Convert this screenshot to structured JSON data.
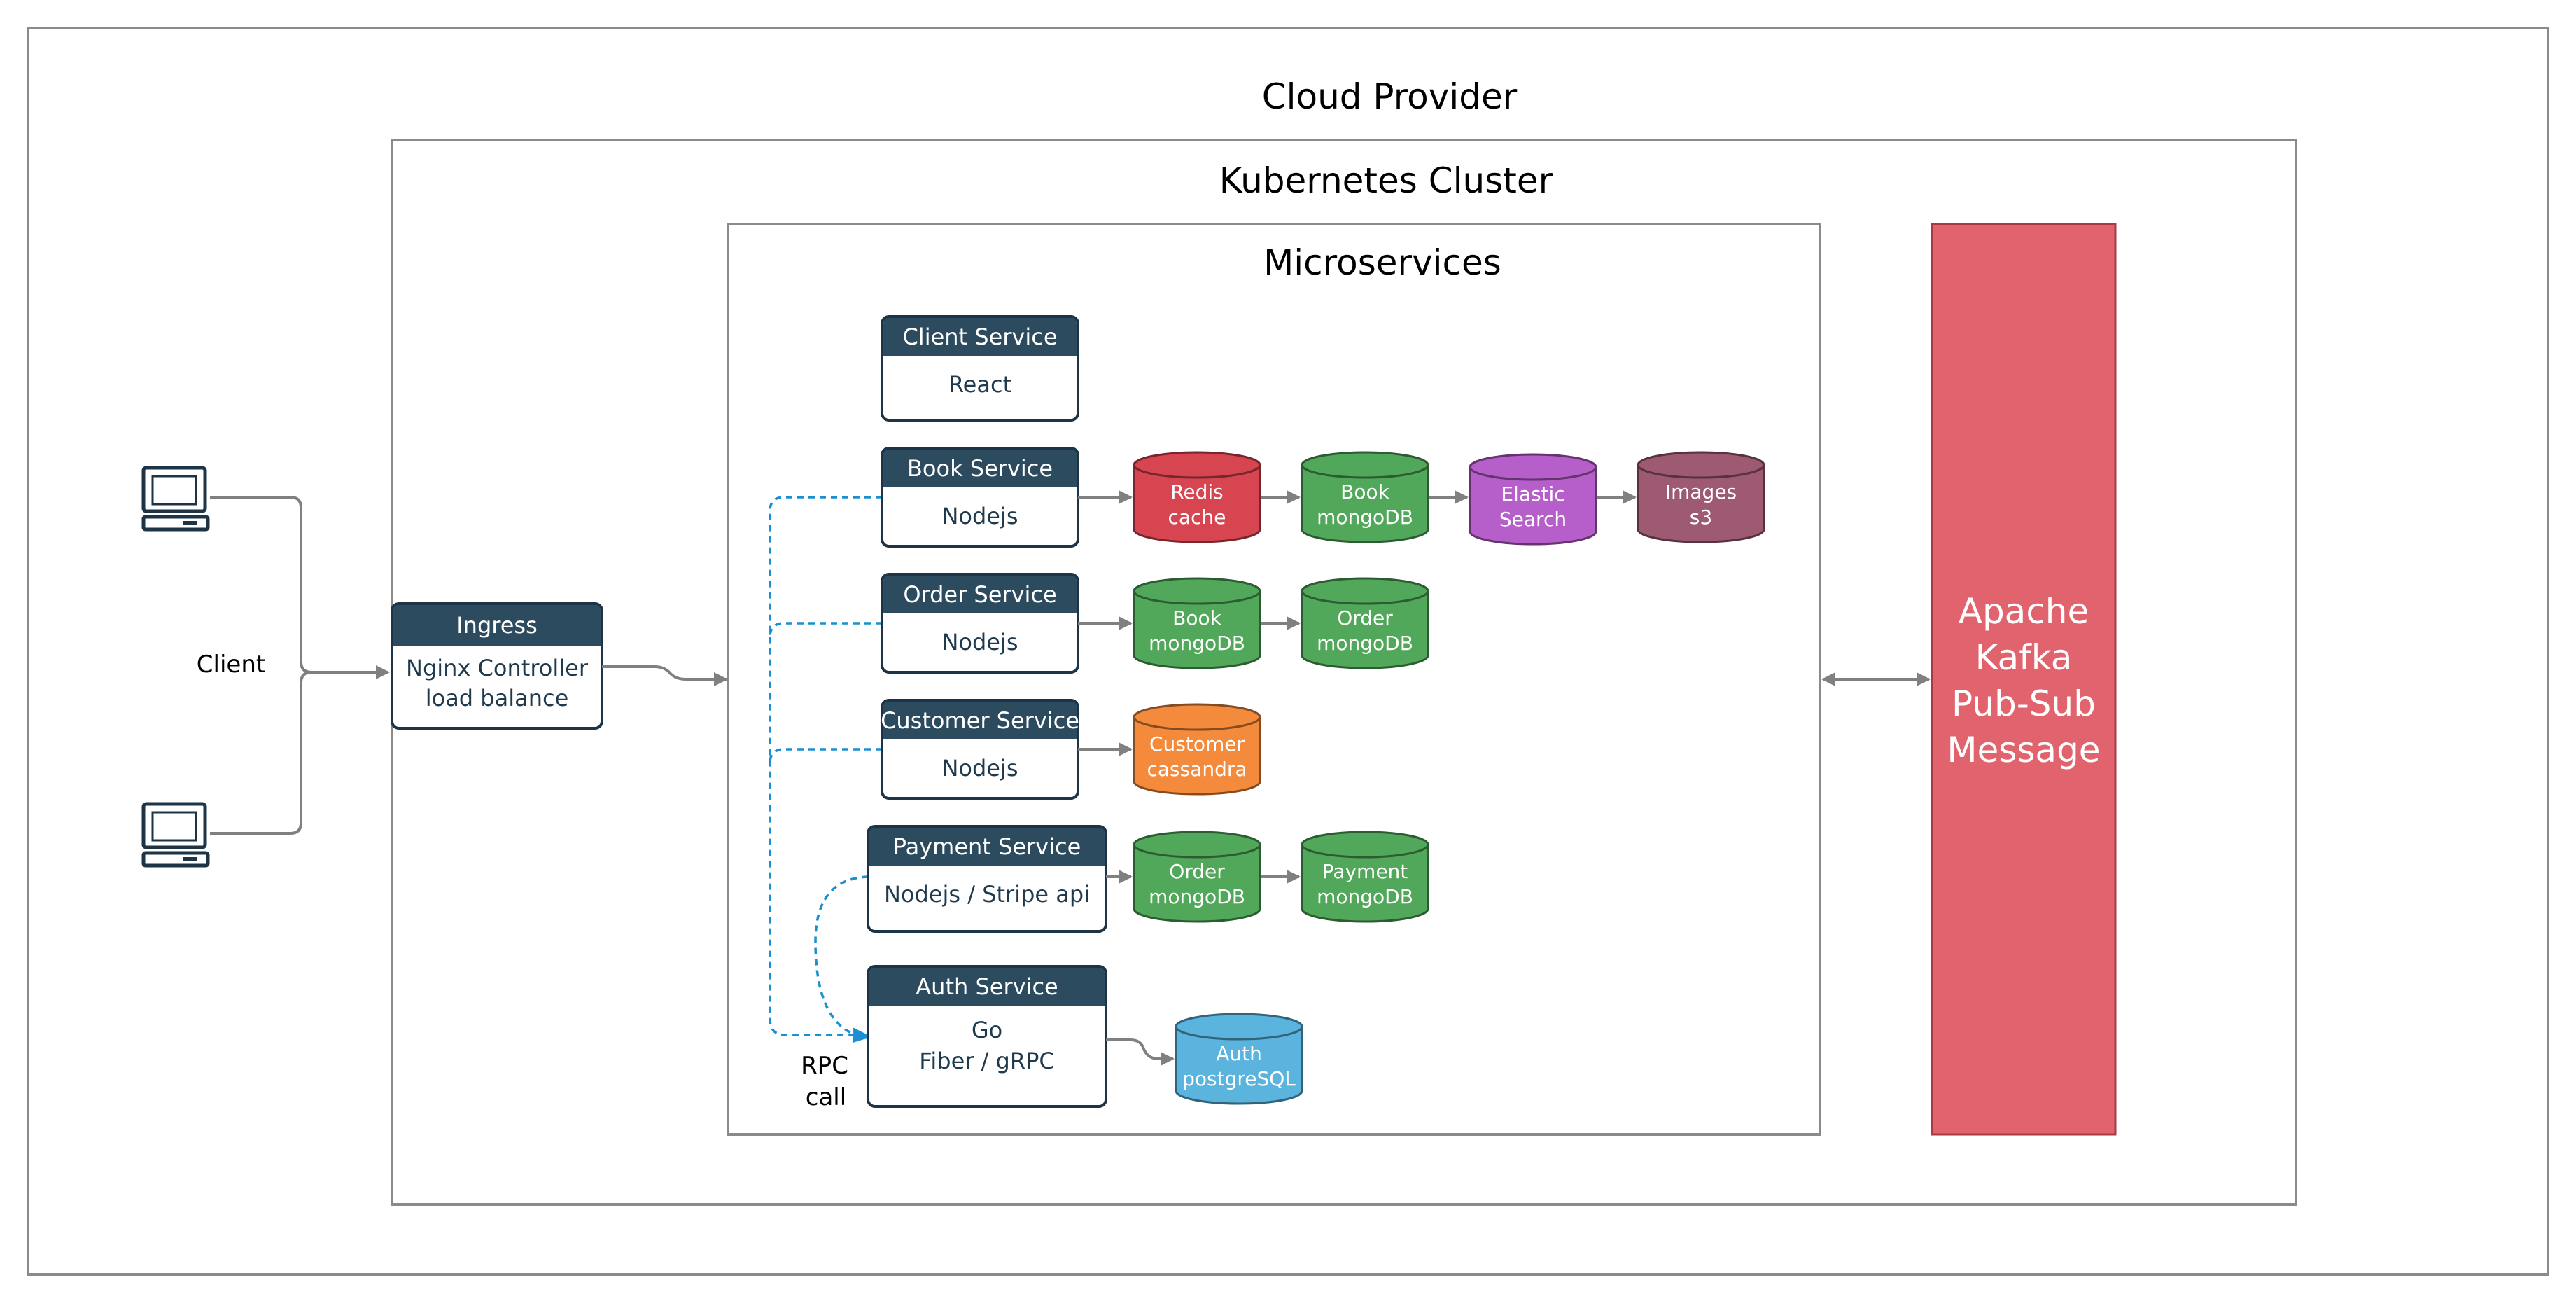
{
  "titles": {
    "cloud": "Cloud Provider",
    "cluster": "Kubernetes Cluster",
    "microservices": "Microservices"
  },
  "client": {
    "label": "Client",
    "icon": "computer-icon"
  },
  "ingress": {
    "title": "Ingress",
    "line1": "Nginx Controller",
    "line2": "load balance"
  },
  "services": {
    "client": {
      "title": "Client Service",
      "line1": "React"
    },
    "book": {
      "title": "Book Service",
      "line1": "Nodejs"
    },
    "order": {
      "title": "Order Service",
      "line1": "Nodejs"
    },
    "customer": {
      "title": "Customer Service",
      "line1": "Nodejs"
    },
    "payment": {
      "title": "Payment Service",
      "line1": "Nodejs / Stripe api"
    },
    "auth": {
      "title": "Auth Service",
      "line1": "Go",
      "line2": "Fiber / gRPC"
    }
  },
  "databases": {
    "redis_cache": {
      "line1": "Redis",
      "line2": "cache",
      "color": "#d64550"
    },
    "book_mongo_1": {
      "line1": "Book",
      "line2": "mongoDB",
      "color": "#52a85a"
    },
    "elastic_search": {
      "line1": "Elastic",
      "line2": "Search",
      "color": "#b65ec9"
    },
    "images_s3": {
      "line1": "Images",
      "line2": "s3",
      "color": "#9e5a72"
    },
    "book_mongo_2": {
      "line1": "Book",
      "line2": "mongoDB",
      "color": "#52a85a"
    },
    "order_mongo_1": {
      "line1": "Order",
      "line2": "mongoDB",
      "color": "#52a85a"
    },
    "customer_cassandra": {
      "line1": "Customer",
      "line2": "cassandra",
      "color": "#f48a3c"
    },
    "order_mongo_2": {
      "line1": "Order",
      "line2": "mongoDB",
      "color": "#52a85a"
    },
    "payment_mongo": {
      "line1": "Payment",
      "line2": "mongoDB",
      "color": "#52a85a"
    },
    "auth_postgres": {
      "line1": "Auth",
      "line2": "postgreSQL",
      "color": "#5ab4dd"
    }
  },
  "kafka": {
    "line1": "Apache",
    "line2": "Kafka",
    "line3": "Pub-Sub",
    "line4": "Message",
    "color": "#e0636e"
  },
  "rpc": {
    "line1": "RPC",
    "line2": "call"
  }
}
